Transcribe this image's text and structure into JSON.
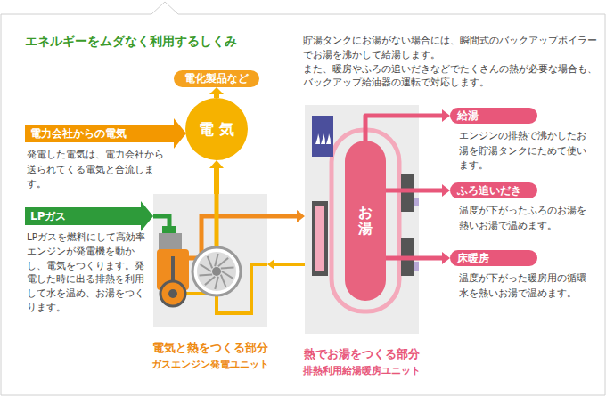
{
  "diagram": {
    "title": "エネルギーをムダなく利用するしくみ",
    "nodes": [
      {
        "text": [
          "電化製品など"
        ]
      },
      {
        "text": [
          "電気"
        ]
      },
      {
        "text": [
          "電力会社からの電気",
          "発電した電気は、電力会社から送られてくる電気と合流します。"
        ]
      },
      {
        "text": [
          "LPガス",
          "LPガスを燃料にして高効率エンジンが発電機を動かし、電気をつくります。発電した時に出る排熱を利用して水を温め、お湯をつくります。"
        ]
      },
      {
        "text": [
          "電気と熱をつくる部分",
          "ガスエンジン発電ユニット"
        ]
      },
      {
        "text": [
          "熱でお湯をつくる部分",
          "排熱利用給湯暖房ユニット"
        ]
      },
      {
        "text": [
          "お湯"
        ],
        "in": 5
      },
      {
        "text": [
          "給湯",
          "エンジンの排熱で沸かしたお湯を貯湯タンクにためて使います。"
        ]
      },
      {
        "text": [
          "ふろ追いだき",
          "温度が下がったふろのお湯を熱いお湯で温めます。"
        ]
      },
      {
        "text": [
          "床暖房",
          "温度が下がった暖房用の循環水を熱いお湯で温めます。"
        ]
      }
    ],
    "edges": [
      {
        "from": 2,
        "to": 1,
        "arrow": "to"
      },
      {
        "from": 1,
        "to": 0,
        "arrow": "to"
      },
      {
        "from": 4,
        "to": 1,
        "arrow": "to"
      },
      {
        "from": 3,
        "to": 4,
        "arrow": "to"
      },
      {
        "from": 4,
        "to": 5,
        "arrow": "to"
      },
      {
        "from": 5,
        "to": 4,
        "arrow": "to"
      },
      {
        "from": 6,
        "to": 7,
        "arrow": "to"
      },
      {
        "from": 6,
        "to": 8,
        "arrow": "to"
      },
      {
        "from": 6,
        "to": 9,
        "arrow": "to"
      }
    ],
    "labels": [
      "貯湯タンクにお湯がない場合には、瞬間式のバックアップボイラーでお湯を沸かして給湯します。",
      "また、暖房やふろの追いだきなどでたくさんの熱が必要な場合も、バックアップ給油器の運転で対応します。"
    ]
  }
}
